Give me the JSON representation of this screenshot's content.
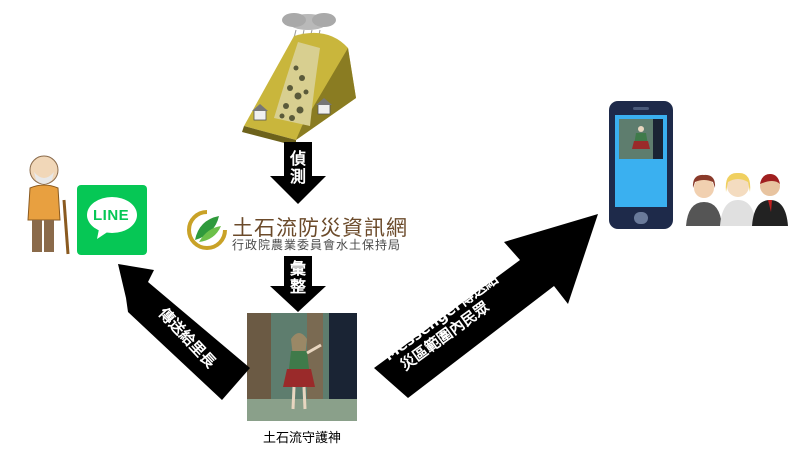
{
  "steps": {
    "detect_label": "偵測",
    "aggregate_label": "彙整",
    "to_chief_label": "傳送給里長",
    "to_residents_line1": "Messenger傳送給",
    "to_residents_line2": "災區範圍內民眾"
  },
  "logo": {
    "title": "土石流防災資訊網",
    "subtitle": "行政院農業委員會水土保持局"
  },
  "line_app": {
    "label": "LINE"
  },
  "guardian": {
    "caption": "土石流守護神"
  },
  "colors": {
    "arrow": "#000000",
    "line_green": "#06c755",
    "phone_body": "#1e2a4a",
    "screen_blue": "#3ab0f0"
  }
}
